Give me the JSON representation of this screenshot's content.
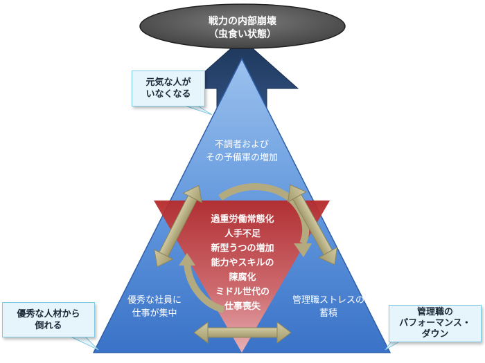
{
  "top_ellipse": {
    "line1": "戦力の内部崩壊",
    "line2": "（虫食い状態）"
  },
  "callouts": {
    "top_left": "元気な人が\nいなくなる",
    "bottom_left": "優秀な人材から\n倒れる",
    "bottom_right": "管理職の\nパフォーマンス・\nダウン"
  },
  "triangle_labels": {
    "top": [
      "不調者および",
      "その予備軍の増加"
    ],
    "bottom_left": [
      "優秀な社員に",
      "仕事が集中"
    ],
    "bottom_right": [
      "管理職ストレスの",
      "蓄積"
    ]
  },
  "center_list": [
    "過重労働常態化",
    "人手不足",
    "新型うつの増加",
    "能力やスキルの",
    "陳腐化",
    "ミドル世代の",
    "仕事喪失"
  ],
  "colors": {
    "triangle_top": "#8fb8e8",
    "triangle_bottom": "#3f79cc",
    "inner_red": "#c43a3a",
    "ellipse": "#5c5c5c",
    "arrow_up": "#27436e",
    "double_arrow": "#b3ab7f",
    "callout_bg": "#e6f5fb"
  }
}
